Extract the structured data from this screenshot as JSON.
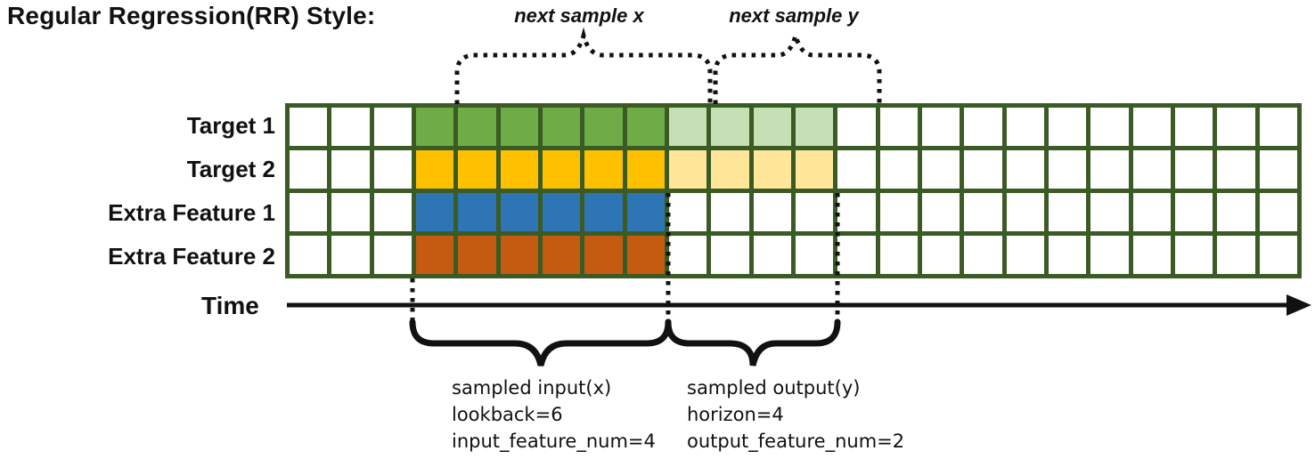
{
  "title": "Regular Regression(RR) Style:",
  "top_annotations": {
    "next_sample_x": "next sample x",
    "next_sample_y": "next sample y"
  },
  "time_axis": {
    "label": "Time"
  },
  "grid": {
    "columns": 24,
    "border_color": "#3B5B24",
    "cell_color": "#FFFFFF",
    "rows": [
      {
        "label": "Target 1",
        "solid_color": "#6FAC47",
        "light_color": "#C6DFB4",
        "solid_start": 3,
        "solid_len": 6,
        "light_len": 4
      },
      {
        "label": "Target 2",
        "solid_color": "#FFC000",
        "light_color": "#FFE699",
        "solid_start": 3,
        "solid_len": 6,
        "light_len": 4
      },
      {
        "label": "Extra Feature 1",
        "solid_color": "#2E75B6",
        "light_color": null,
        "solid_start": 3,
        "solid_len": 6,
        "light_len": 0
      },
      {
        "label": "Extra Feature 2",
        "solid_color": "#C55B11",
        "light_color": null,
        "solid_start": 3,
        "solid_len": 6,
        "light_len": 0
      }
    ]
  },
  "bottom_annotations": {
    "input": {
      "lines": [
        "sampled input(x)",
        "lookback=6",
        "input_feature_num=4"
      ]
    },
    "output": {
      "lines": [
        "sampled output(y)",
        "horizon=4",
        "output_feature_num=2"
      ]
    }
  },
  "sample_params": {
    "lookback": 6,
    "horizon": 4,
    "input_feature_num": 4,
    "output_feature_num": 2
  }
}
